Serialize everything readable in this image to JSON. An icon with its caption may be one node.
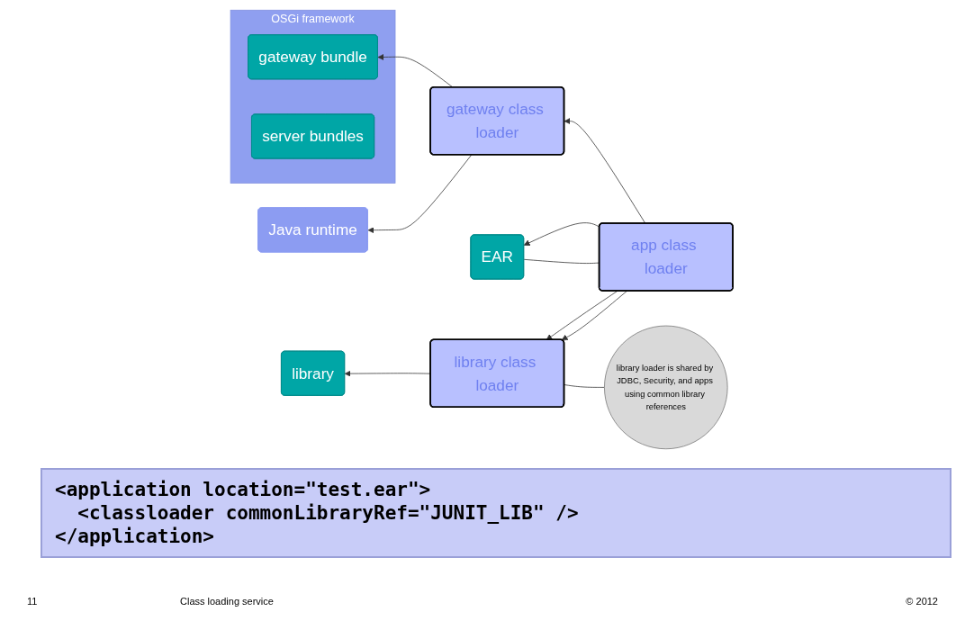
{
  "diagram": {
    "nodes": [
      {
        "text": [
          "Java runtime"
        ]
      },
      {
        "text": [
          "OSGi framework"
        ]
      },
      {
        "text": [
          "gateway bundle"
        ],
        "in": 1
      },
      {
        "text": [
          "server bundles"
        ],
        "in": 1
      },
      {
        "text": [
          "gateway class loader"
        ]
      },
      {
        "text": [
          "app class loader"
        ]
      },
      {
        "text": [
          "EAR"
        ]
      },
      {
        "text": [
          "library class loader"
        ]
      },
      {
        "text": [
          "library"
        ]
      },
      {
        "text": [
          "library loader is shared by JDBC, Security, and apps using common library references"
        ]
      }
    ],
    "edges": [
      {
        "from": 4,
        "to": 0,
        "arrow": "to"
      },
      {
        "from": 4,
        "to": 2,
        "arrow": "to"
      },
      {
        "from": 5,
        "to": 4,
        "arrow": "to"
      },
      {
        "from": 5,
        "to": 6,
        "arrow": "to"
      },
      {
        "from": 5,
        "to": 6,
        "arrow": "none"
      },
      {
        "from": 5,
        "to": 7,
        "arrow": "to"
      },
      {
        "from": 5,
        "to": 7,
        "arrow": "to"
      },
      {
        "from": 7,
        "to": 8,
        "arrow": "to"
      },
      {
        "from": 9,
        "to": 7,
        "arrow": "none"
      }
    ],
    "labels": [
      "<application location=\"test.ear\">",
      "<classloader commonLibraryRef=\"JUNIT_LIB\" />",
      "</application>",
      "11",
      "Class loading service",
      "© 2012"
    ]
  }
}
